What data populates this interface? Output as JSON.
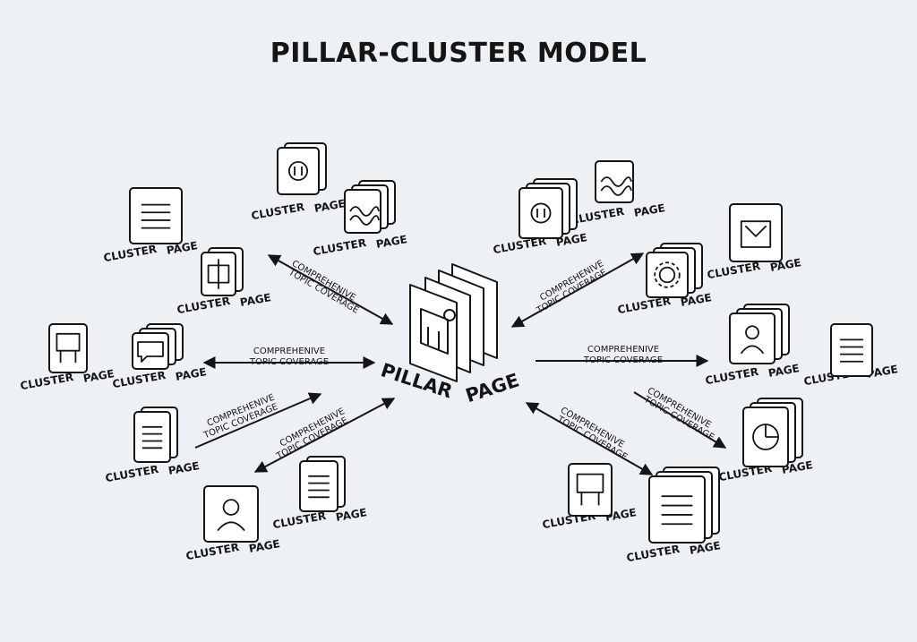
{
  "title": "PILLAR-CLUSTER MODEL",
  "pillar": {
    "word1": "PILLAR",
    "word2": "PAGE"
  },
  "cluster_label": {
    "word1": "CLUSTER",
    "word2": "PAGE"
  },
  "coverage_label": {
    "line1": "COMPREHENIVE",
    "line2": "TOPIC COVERAGE"
  },
  "cluster_icons": [
    "newspaper-icon",
    "document-icon",
    "document-wave-icon",
    "puzzle-icon",
    "chart-board-icon",
    "chat-icon",
    "page-icon",
    "profile-icon",
    "text-doc-icon",
    "gear-icon",
    "wave-doc-icon",
    "image-box-icon",
    "badge-icon",
    "list-doc-icon",
    "pie-chart-icon",
    "chart-box-icon",
    "stacked-pages-icon",
    "shield-icon"
  ],
  "colors": {
    "background": "#eef1f4",
    "ink": "#151515",
    "icon_fill": "#ffffff"
  }
}
